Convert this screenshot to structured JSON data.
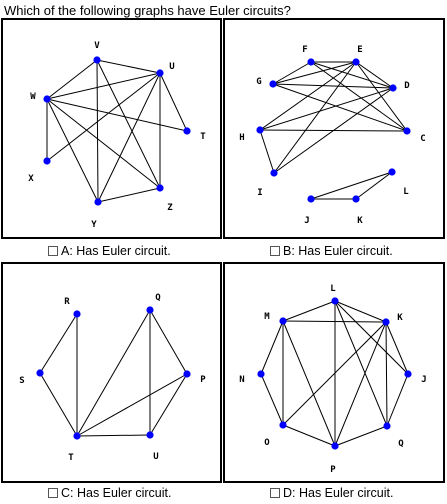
{
  "question": "Which of the following graphs have Euler circuits?",
  "options": [
    {
      "label": "A: Has Euler circuit."
    },
    {
      "label": "B: Has Euler circuit."
    },
    {
      "label": "C: Has Euler circuit."
    },
    {
      "label": "D: Has Euler circuit."
    }
  ],
  "colors": {
    "vertex": "#0000ff",
    "edge": "#000000"
  },
  "graphs": [
    {
      "vertices": [
        {
          "id": "V",
          "label": "V"
        },
        {
          "id": "U",
          "label": "U"
        },
        {
          "id": "W",
          "label": "W"
        },
        {
          "id": "T",
          "label": "T"
        },
        {
          "id": "X",
          "label": "X"
        },
        {
          "id": "Y",
          "label": "Y"
        },
        {
          "id": "Z",
          "label": "Z"
        }
      ],
      "edges": [
        [
          "V",
          "U"
        ],
        [
          "V",
          "W"
        ],
        [
          "V",
          "Y"
        ],
        [
          "V",
          "Z"
        ],
        [
          "U",
          "W"
        ],
        [
          "U",
          "X"
        ],
        [
          "U",
          "Y"
        ],
        [
          "U",
          "Z"
        ],
        [
          "U",
          "T"
        ],
        [
          "W",
          "T"
        ],
        [
          "W",
          "X"
        ],
        [
          "W",
          "Y"
        ],
        [
          "W",
          "Z"
        ],
        [
          "Y",
          "Z"
        ]
      ]
    },
    {
      "vertices": [
        {
          "id": "F",
          "label": "F"
        },
        {
          "id": "E",
          "label": "E"
        },
        {
          "id": "G",
          "label": "G"
        },
        {
          "id": "D",
          "label": "D"
        },
        {
          "id": "H",
          "label": "H"
        },
        {
          "id": "C",
          "label": "C"
        },
        {
          "id": "I",
          "label": "I"
        },
        {
          "id": "L",
          "label": "L"
        },
        {
          "id": "J",
          "label": "J"
        },
        {
          "id": "K",
          "label": "K"
        }
      ],
      "edges": [
        [
          "F",
          "E"
        ],
        [
          "F",
          "G"
        ],
        [
          "F",
          "D"
        ],
        [
          "F",
          "C"
        ],
        [
          "E",
          "G"
        ],
        [
          "E",
          "H"
        ],
        [
          "E",
          "I"
        ],
        [
          "E",
          "D"
        ],
        [
          "E",
          "C"
        ],
        [
          "G",
          "D"
        ],
        [
          "G",
          "C"
        ],
        [
          "H",
          "D"
        ],
        [
          "H",
          "C"
        ],
        [
          "H",
          "I"
        ],
        [
          "I",
          "D"
        ],
        [
          "L",
          "J"
        ],
        [
          "L",
          "K"
        ],
        [
          "J",
          "K"
        ]
      ]
    },
    {
      "vertices": [
        {
          "id": "R",
          "label": "R"
        },
        {
          "id": "Q",
          "label": "Q"
        },
        {
          "id": "S",
          "label": "S"
        },
        {
          "id": "P",
          "label": "P"
        },
        {
          "id": "T",
          "label": "T"
        },
        {
          "id": "U",
          "label": "U"
        }
      ],
      "edges": [
        [
          "R",
          "S"
        ],
        [
          "R",
          "T"
        ],
        [
          "Q",
          "T"
        ],
        [
          "Q",
          "U"
        ],
        [
          "Q",
          "P"
        ],
        [
          "S",
          "T"
        ],
        [
          "T",
          "U"
        ],
        [
          "T",
          "P"
        ],
        [
          "U",
          "P"
        ]
      ]
    },
    {
      "vertices": [
        {
          "id": "L",
          "label": "L"
        },
        {
          "id": "M",
          "label": "M"
        },
        {
          "id": "K",
          "label": "K"
        },
        {
          "id": "N",
          "label": "N"
        },
        {
          "id": "J",
          "label": "J"
        },
        {
          "id": "O",
          "label": "O"
        },
        {
          "id": "Q",
          "label": "Q"
        },
        {
          "id": "P",
          "label": "P"
        }
      ],
      "edges": [
        [
          "L",
          "M"
        ],
        [
          "L",
          "K"
        ],
        [
          "L",
          "J"
        ],
        [
          "L",
          "Q"
        ],
        [
          "L",
          "P"
        ],
        [
          "M",
          "K"
        ],
        [
          "M",
          "N"
        ],
        [
          "M",
          "O"
        ],
        [
          "M",
          "P"
        ],
        [
          "K",
          "J"
        ],
        [
          "K",
          "O"
        ],
        [
          "K",
          "Q"
        ],
        [
          "K",
          "P"
        ],
        [
          "N",
          "O"
        ],
        [
          "J",
          "Q"
        ],
        [
          "O",
          "P"
        ],
        [
          "P",
          "Q"
        ]
      ]
    }
  ]
}
